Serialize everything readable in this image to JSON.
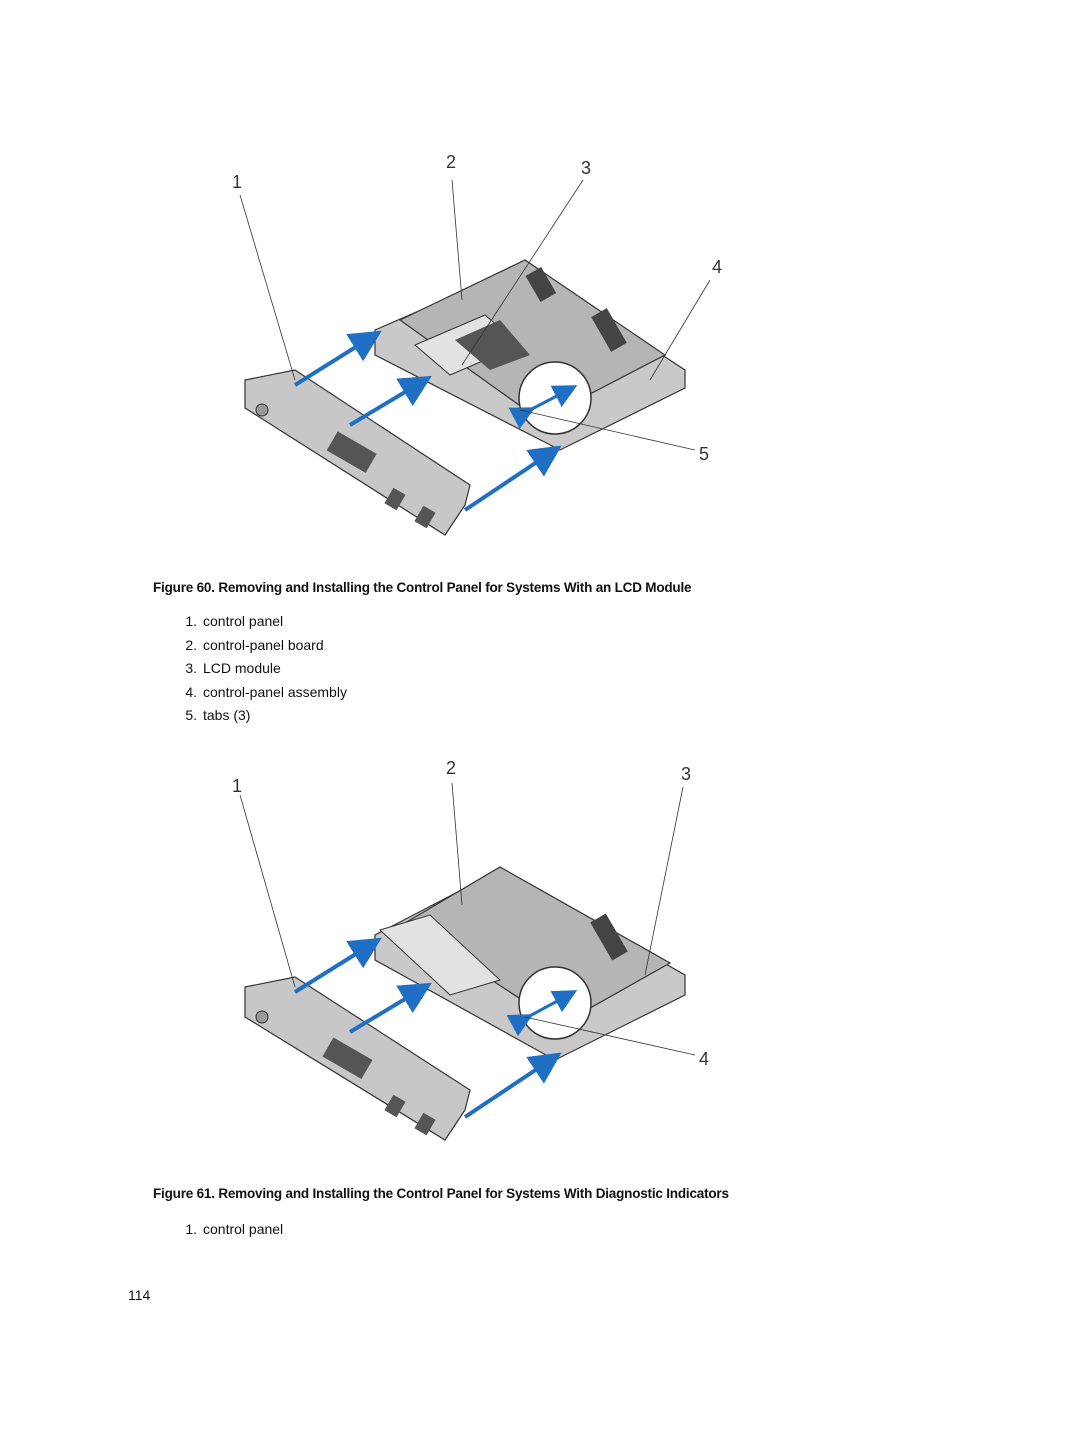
{
  "figure60": {
    "callouts": [
      "1",
      "2",
      "3",
      "4",
      "5"
    ],
    "caption": "Figure 60. Removing and Installing the Control Panel for Systems With an LCD Module",
    "legend": [
      {
        "num": "1.",
        "text": "control panel"
      },
      {
        "num": "2.",
        "text": "control-panel board"
      },
      {
        "num": "3.",
        "text": "LCD module"
      },
      {
        "num": "4.",
        "text": "control-panel assembly"
      },
      {
        "num": "5.",
        "text": "tabs (3)"
      }
    ]
  },
  "figure61": {
    "callouts": [
      "1",
      "2",
      "3",
      "4"
    ],
    "caption": "Figure 61. Removing and Installing the Control Panel for Systems With Diagnostic Indicators",
    "legend": [
      {
        "num": "1.",
        "text": "control panel"
      }
    ]
  },
  "page_number": "114",
  "colors": {
    "arrow": "#1f6fc5",
    "board": "#bdbdbd",
    "panel": "#cfcfcf",
    "outline": "#333333"
  }
}
